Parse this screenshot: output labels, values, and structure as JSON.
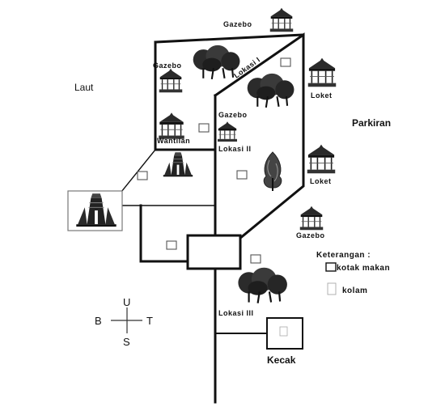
{
  "labels": {
    "sea": "Laut",
    "parking": "Parkiran",
    "wantilan": "Wantilan",
    "kecak": "Kecak",
    "gazebo_top": "Gazebo",
    "gazebo_left": "Gazebo",
    "gazebo_mid": "Gazebo",
    "gazebo_right": "Gazebo",
    "loket_top": "Loket",
    "loket_mid": "Loket",
    "lokasi_1": "Lokasi I",
    "lokasi_2": "Lokasi II",
    "lokasi_3": "Lokasi III"
  },
  "compass": {
    "north": "U",
    "south": "S",
    "west": "B",
    "east": "T"
  },
  "legend": {
    "title": "Keterangan :",
    "items": [
      {
        "symbol": "square",
        "label": "kotak makan"
      },
      {
        "symbol": "pond",
        "label": "kolam"
      }
    ]
  },
  "icons": {
    "gazebo": "gazebo-icon",
    "tree_cluster": "tree-cluster-icon",
    "temple": "temple-gate-icon",
    "food_box": "food-box-icon"
  }
}
